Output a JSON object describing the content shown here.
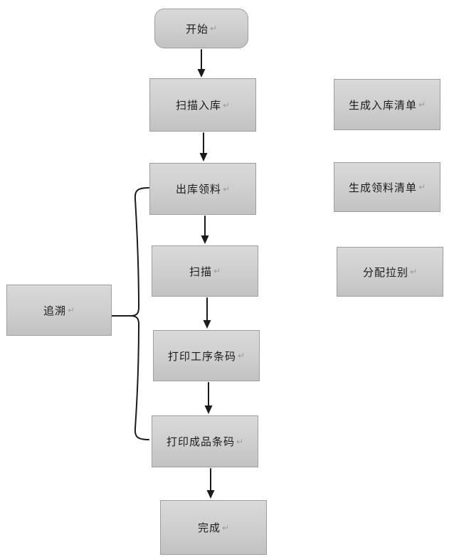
{
  "diagram": {
    "background": "#ffffff",
    "node_fill_top": "#d9d9d9",
    "node_fill_bottom": "#c2c2c2",
    "node_border": "#9e9e9e",
    "text_color": "#1c1c1c",
    "connector_color": "#1a1a1a",
    "return_mark_color": "#9c9c9c"
  },
  "return_mark": "↵",
  "main_flow": [
    {
      "label": "开始",
      "shape": "rounded-terminator"
    },
    {
      "label": "扫描入库",
      "shape": "process"
    },
    {
      "label": "出库领料",
      "shape": "process"
    },
    {
      "label": "扫描",
      "shape": "process"
    },
    {
      "label": "打印工序条码",
      "shape": "process"
    },
    {
      "label": "打印成品条码",
      "shape": "process"
    },
    {
      "label": "完成",
      "shape": "process"
    }
  ],
  "side_outputs": [
    {
      "label": "生成入库清单"
    },
    {
      "label": "生成领料清单"
    },
    {
      "label": "分配拉别"
    }
  ],
  "annotation": {
    "label": "追溯"
  }
}
